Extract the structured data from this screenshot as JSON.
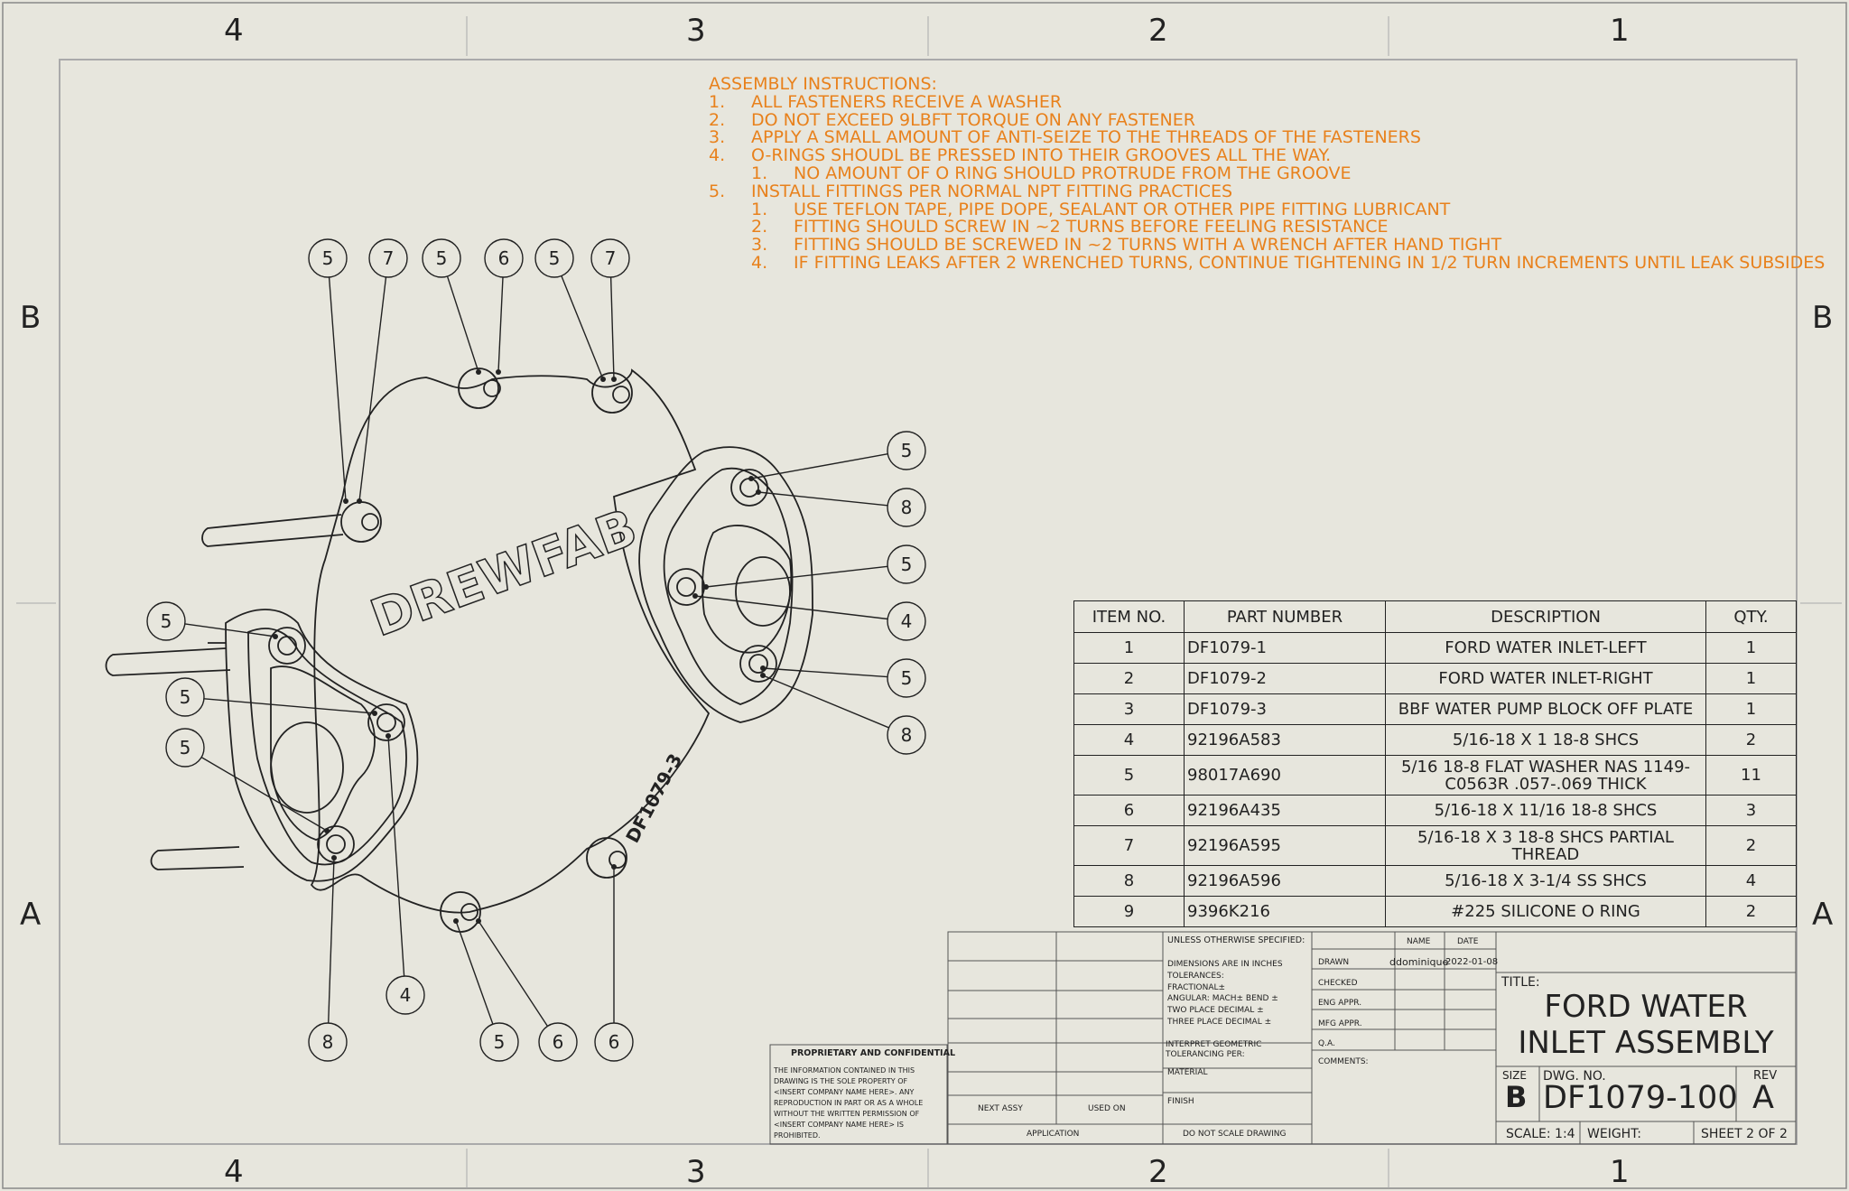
{
  "zones": {
    "columns": [
      "4",
      "3",
      "2",
      "1"
    ],
    "rows": [
      "B",
      "A"
    ]
  },
  "instructions": {
    "title": "ASSEMBLY INSTRUCTIONS:",
    "lines": [
      {
        "num": "1.",
        "text": "ALL FASTENERS RECEIVE A WASHER",
        "indent": 1
      },
      {
        "num": "2.",
        "text": "DO NOT EXCEED 9LBFT TORQUE ON ANY FASTENER",
        "indent": 1
      },
      {
        "num": "3.",
        "text": "APPLY A SMALL AMOUNT OF ANTI-SEIZE TO THE THREADS OF THE FASTENERS",
        "indent": 1
      },
      {
        "num": "4.",
        "text": "O-RINGS SHOUDL BE PRESSED INTO THEIR GROOVES ALL THE WAY.",
        "indent": 1
      },
      {
        "num": "1.",
        "text": "NO AMOUNT OF O RING SHOULD PROTRUDE FROM THE GROOVE",
        "indent": 2
      },
      {
        "num": "5.",
        "text": "INSTALL FITTINGS PER NORMAL NPT FITTING PRACTICES",
        "indent": 1
      },
      {
        "num": "1.",
        "text": "USE TEFLON TAPE, PIPE DOPE, SEALANT OR OTHER PIPE FITTING LUBRICANT",
        "indent": 2
      },
      {
        "num": "2.",
        "text": "FITTING SHOULD SCREW IN ~2 TURNS BEFORE FEELING RESISTANCE",
        "indent": 2
      },
      {
        "num": "3.",
        "text": "FITTING SHOULD BE SCREWED IN ~2 TURNS WITH A WRENCH AFTER HAND TIGHT",
        "indent": 2
      },
      {
        "num": "4.",
        "text": "IF FITTING LEAKS AFTER 2 WRENCHED TURNS, CONTINUE TIGHTENING IN 1/2 TURN INCREMENTS UNTIL LEAK SUBSIDES",
        "indent": 2
      }
    ]
  },
  "drawing": {
    "brand_text": "DREWFAB",
    "part_label": "DF1079-3",
    "balloons": [
      "5",
      "7",
      "5",
      "6",
      "5",
      "7",
      "5",
      "8",
      "5",
      "4",
      "5",
      "8",
      "5",
      "5",
      "5",
      "4",
      "8",
      "5",
      "6",
      "6"
    ]
  },
  "bom": {
    "headers": [
      "ITEM NO.",
      "PART NUMBER",
      "DESCRIPTION",
      "QTY."
    ],
    "rows": [
      {
        "item": "1",
        "part": "DF1079-1",
        "desc": [
          "FORD WATER INLET-LEFT"
        ],
        "qty": "1"
      },
      {
        "item": "2",
        "part": "DF1079-2",
        "desc": [
          "FORD WATER INLET-RIGHT"
        ],
        "qty": "1"
      },
      {
        "item": "3",
        "part": "DF1079-3",
        "desc": [
          "BBF WATER PUMP BLOCK OFF PLATE"
        ],
        "qty": "1"
      },
      {
        "item": "4",
        "part": "92196A583",
        "desc": [
          "5/16-18 X 1 18-8 SHCS"
        ],
        "qty": "2"
      },
      {
        "item": "5",
        "part": "98017A690",
        "desc": [
          "5/16 18-8 FLAT WASHER NAS 1149-",
          "C0563R .057-.069 THICK"
        ],
        "qty": "11"
      },
      {
        "item": "6",
        "part": "92196A435",
        "desc": [
          "5/16-18 X 11/16 18-8 SHCS"
        ],
        "qty": "3"
      },
      {
        "item": "7",
        "part": "92196A595",
        "desc": [
          "5/16-18 X 3 18-8 SHCS PARTIAL",
          "THREAD"
        ],
        "qty": "2"
      },
      {
        "item": "8",
        "part": "92196A596",
        "desc": [
          "5/16-18 X 3-1/4 SS SHCS"
        ],
        "qty": "4"
      },
      {
        "item": "9",
        "part": "9396K216",
        "desc": [
          "#225 SILICONE O RING"
        ],
        "qty": "2"
      }
    ]
  },
  "title_block": {
    "proprietary_title": "PROPRIETARY AND CONFIDENTIAL",
    "proprietary_lines": [
      "THE INFORMATION CONTAINED IN THIS",
      "DRAWING IS THE SOLE PROPERTY OF",
      "<INSERT COMPANY NAME HERE>.  ANY",
      "REPRODUCTION IN PART OR AS A WHOLE",
      "WITHOUT THE WRITTEN PERMISSION OF",
      "<INSERT COMPANY NAME HERE> IS",
      "PROHIBITED."
    ],
    "next_assy": "NEXT ASSY",
    "used_on": "USED ON",
    "application": "APPLICATION",
    "unless": "UNLESS OTHERWISE SPECIFIED:",
    "dims_lines": [
      "DIMENSIONS ARE IN INCHES",
      "TOLERANCES:",
      "FRACTIONAL±",
      "ANGULAR: MACH±    BEND ±",
      "TWO PLACE DECIMAL    ±",
      "THREE PLACE DECIMAL  ±"
    ],
    "interpret_lines": [
      "INTERPRET GEOMETRIC",
      "TOLERANCING PER:"
    ],
    "material": "MATERIAL",
    "finish": "FINISH",
    "do_not_scale": "DO NOT SCALE DRAWING",
    "name_header": "NAME",
    "date_header": "DATE",
    "drawn": "DRAWN",
    "drawn_name": "ddominique",
    "drawn_date": "2022-01-08",
    "checked": "CHECKED",
    "eng_appr": "ENG APPR.",
    "mfg_appr": "MFG APPR.",
    "qa": "Q.A.",
    "comments": "COMMENTS:",
    "title_label": "TITLE:",
    "title_line1": "FORD WATER",
    "title_line2": "INLET ASSEMBLY",
    "size_label": "SIZE",
    "size": "B",
    "dwg_no_label": "DWG.  NO.",
    "dwg_no": "DF1079-100",
    "rev_label": "REV",
    "rev": "A",
    "scale": "SCALE: 1:4",
    "weight": "WEIGHT:",
    "sheet": "SHEET 2 OF 2"
  }
}
